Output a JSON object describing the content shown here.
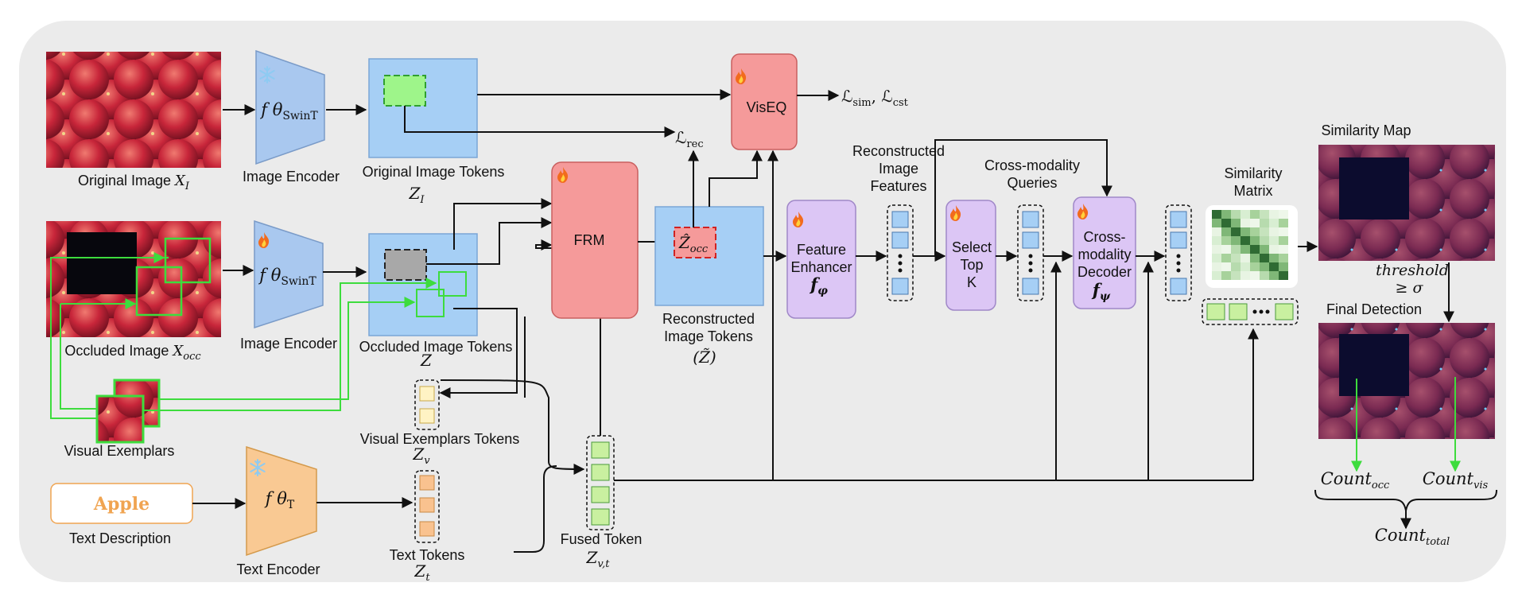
{
  "labels": {
    "original_image": "Original Image",
    "original_image_sym": "X",
    "original_image_sub": "I",
    "image_encoder_top": "Image Encoder",
    "image_encoder_bottom": "Image Encoder",
    "encoder_fn": "f θ",
    "encoder_sub": "SwinT",
    "original_tokens": "Original Image Tokens",
    "original_tokens_sym": "Z",
    "original_tokens_sub": "I",
    "occluded_image": "Occluded Image",
    "occluded_image_sym": "X",
    "occluded_image_sub": "occ",
    "occluded_tokens": "Occluded Image Tokens",
    "occluded_tokens_sym": "Z",
    "visual_exemplars": "Visual Exemplars",
    "visual_exemplar_tokens": "Visual Exemplars Tokens",
    "visual_exemplar_tokens_sym": "Z",
    "visual_exemplar_tokens_sub": "v",
    "text_value": "Apple",
    "text_description": "Text Description",
    "text_encoder": "Text Encoder",
    "text_encoder_fn": "f θ",
    "text_encoder_sub": "T",
    "text_tokens": "Text Tokens",
    "text_tokens_sym": "Z",
    "text_tokens_sub": "t",
    "fused_token": "Fused Token",
    "fused_token_sym": "Z",
    "fused_token_sub": "v,t",
    "frm": "FRM",
    "z_occ_sym": "Ẑ",
    "z_occ_sub": "occ",
    "reconstructed_tokens_line1": "Reconstructed",
    "reconstructed_tokens_line2": "Image Tokens",
    "reconstructed_tokens_sym": "(Z̃)",
    "viseq": "VisEQ",
    "loss_rec": "ℒ",
    "loss_rec_sub": "rec",
    "loss_sim": "ℒ",
    "loss_sim_sub": "sim",
    "loss_cst": "ℒ",
    "loss_cst_sub": "cst",
    "reconstructed_features_line1": "Reconstructed",
    "reconstructed_features_line2": "Image",
    "reconstructed_features_line3": "Features",
    "feature_enhancer_line1": "Feature",
    "feature_enhancer_line2": "Enhancer",
    "feature_enhancer_sym": "f",
    "feature_enhancer_sub": "φ",
    "select_top_line1": "Select",
    "select_top_line2": "Top",
    "select_top_line3": "K",
    "cross_queries_line1": "Cross-modality",
    "cross_queries_line2": "Queries",
    "decoder_line1": "Cross-",
    "decoder_line2": "modality",
    "decoder_line3": "Decoder",
    "decoder_sym": "f",
    "decoder_sub": "ψ",
    "similarity_matrix_line1": "Similarity",
    "similarity_matrix_line2": "Matrix",
    "similarity_map": "Similarity Map",
    "threshold_line1": "threshold",
    "threshold_line2": "≥ σ",
    "final_detection": "Final Detection",
    "count_occ": "Count",
    "count_occ_sub": "occ",
    "count_vis": "Count",
    "count_vis_sub": "vis",
    "count_total": "Count",
    "count_total_sub": "total"
  },
  "icons": {
    "frozen": "snowflake-icon",
    "trainable": "flame-icon"
  },
  "colors": {
    "panel_bg": "#ebebeb",
    "encoder_blue": "#a9c8ef",
    "token_blue": "#a6cff5",
    "frm_red": "#f59a9a",
    "purple": "#dcc6f5",
    "text_encoder_orange": "#f9c993",
    "green_token": "#c9f0a0",
    "yellow_token": "#fff3c4",
    "orange_token": "#f9c28f",
    "apple_orange": "#f0a451"
  }
}
